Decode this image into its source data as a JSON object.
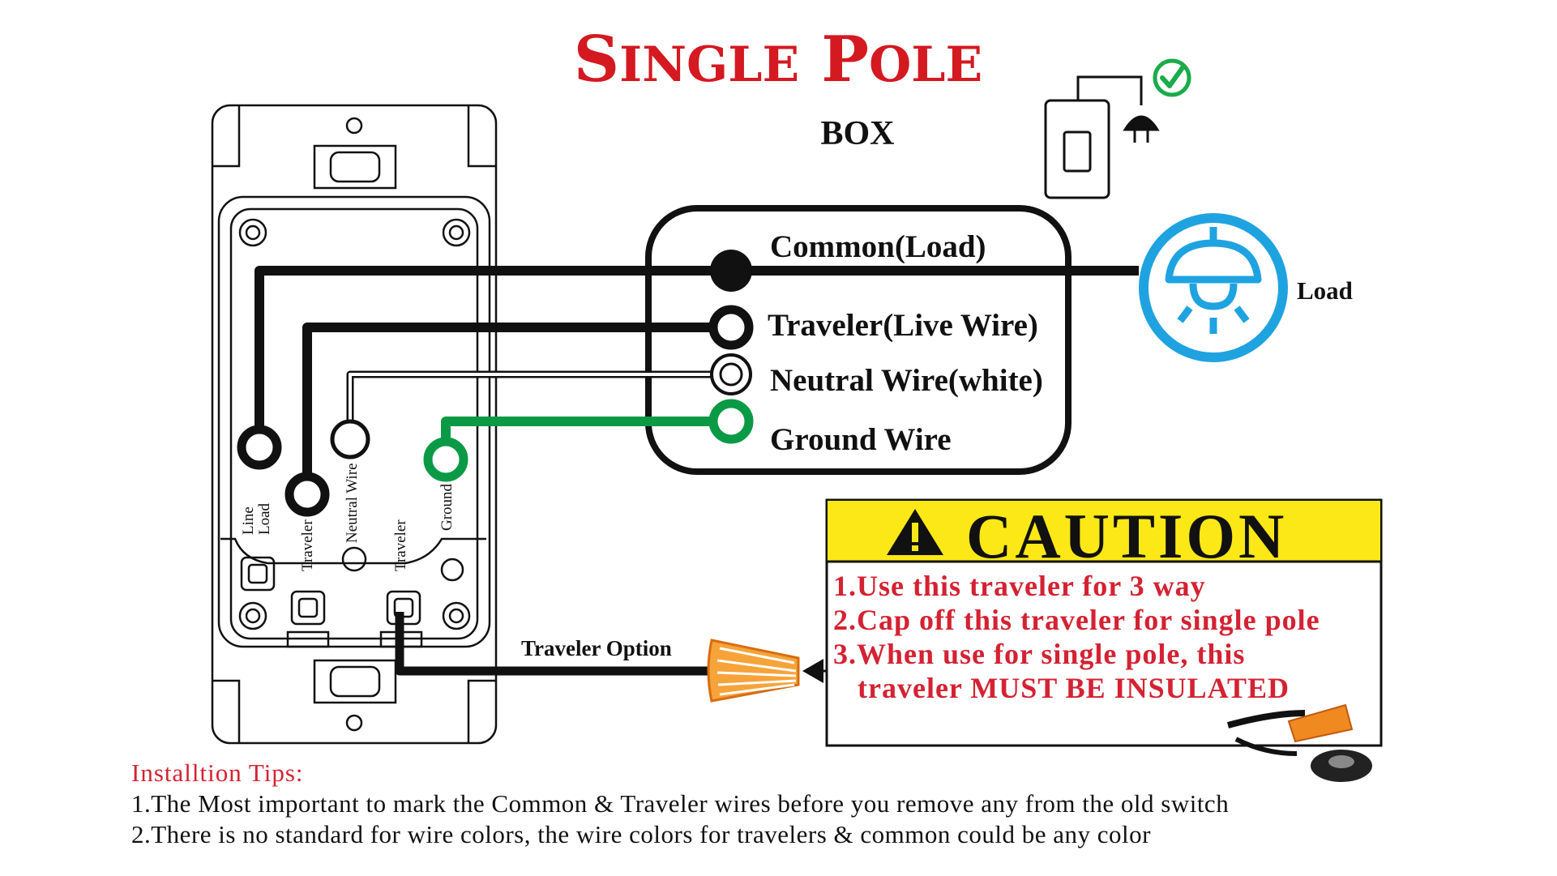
{
  "title": {
    "first_initial": "S",
    "first_rest": "INGLE",
    "second_initial": "P",
    "second_rest": "OLE"
  },
  "box_label": "BOX",
  "wires": {
    "common": "Common(Load)",
    "traveler": "Traveler(Live Wire)",
    "neutral": "Neutral Wire(white)",
    "ground": "Ground  Wire"
  },
  "load_label": "Load",
  "terminals": {
    "line": "Line",
    "load": "Load",
    "traveler_top": "Traveler",
    "neutral": "Neutral Wire",
    "traveler_bottom": "Traveler",
    "ground": "Ground"
  },
  "traveler_option": "Traveler Option",
  "caution": {
    "title": "CAUTION",
    "lines": [
      "1.Use this traveler for 3 way",
      "2.Cap off this traveler for single pole",
      "3.When use for single pole, this",
      "   traveler MUST BE INSULATED"
    ]
  },
  "tips": {
    "heading": "Installtion Tips:",
    "lines": [
      "1.The Most important to mark the Common & Traveler wires before you remove any from the old switch",
      "2.There is no standard for wire colors, the wire colors for travelers & common could be any color"
    ]
  },
  "colors": {
    "title_red": "#d41920",
    "text_red": "#d42232",
    "wire_black": "#111111",
    "ground_green": "#0a9a46",
    "load_blue": "#1fa3e0",
    "caution_yellow": "#fbe816",
    "check_green": "#1bab4a",
    "wire_nut_orange": "#f08a20"
  },
  "icons": [
    "lightbulb-icon",
    "warning-triangle-icon",
    "check-icon",
    "wall-switch-icon",
    "wire-nut-icon",
    "electrical-tape-icon"
  ]
}
